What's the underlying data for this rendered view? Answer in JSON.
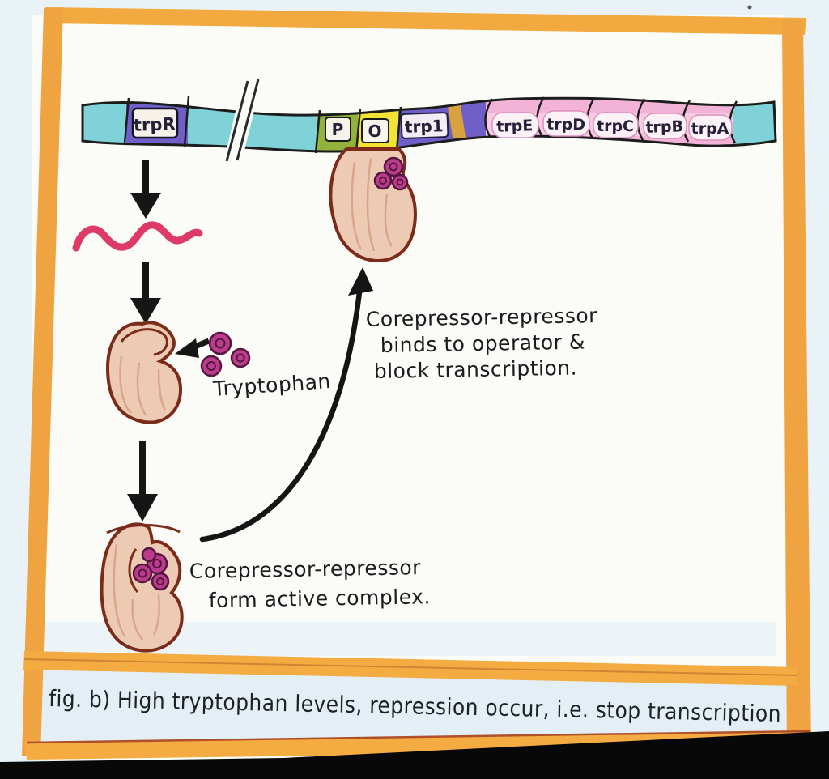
{
  "figure": {
    "caption": "fig. b) High tryptophan levels, repression occur, i.e. stop transcription"
  },
  "dna": {
    "trpR_label": "trpR",
    "promoter_label": "P",
    "operator_label": "O",
    "leader_label": "trp1",
    "genes": [
      "trpE",
      "trpD",
      "trpC",
      "trpB",
      "trpA"
    ]
  },
  "annotations": {
    "tryptophan": "Tryptophan",
    "bind_note": [
      "Corepressor-repressor",
      "binds to operator &",
      "block transcription."
    ],
    "complex_note": [
      "Corepressor-repressor",
      "form active complex."
    ]
  },
  "colors": {
    "frame_orange": "#f2a93f",
    "dna_strand_cyan": "#7fd3d8",
    "regulator_purple": "#6f5fc6",
    "promoter_green": "#93b23c",
    "operator_yellow": "#f2e335",
    "genes_pink": "#f2b3d6",
    "repressor_fill": "#eccab3",
    "repressor_outline": "#7a2b1a",
    "tryptophan_magenta": "#bb3c8c",
    "mrna_pink": "#dd3a68",
    "ink_black": "#1d1d1d"
  }
}
